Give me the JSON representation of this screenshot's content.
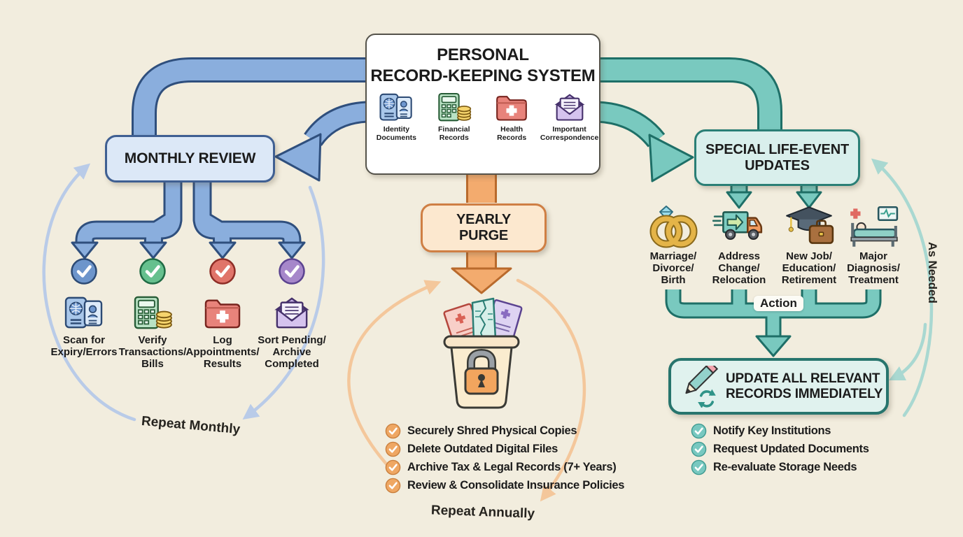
{
  "colors": {
    "background": "#f2edde",
    "blue_accent": "#8aaedd",
    "teal_accent": "#79c9bf",
    "orange_accent": "#f3ab6e"
  },
  "center": {
    "title": "PERSONAL\nRECORD-KEEPING SYSTEM",
    "categories": [
      {
        "icon": "passport-icon",
        "label": "Identity\nDocuments"
      },
      {
        "icon": "calculator-icon",
        "label": "Financial\nRecords"
      },
      {
        "icon": "folder-cross-icon",
        "label": "Health\nRecords"
      },
      {
        "icon": "envelope-icon",
        "label": "Important\nCorrespondence"
      }
    ]
  },
  "monthly": {
    "title": "MONTHLY REVIEW",
    "tasks": [
      {
        "icon": "passport-icon",
        "label": "Scan for\nExpiry/Errors",
        "check_color": "#6d95cb",
        "check_ring": "#2c4a74"
      },
      {
        "icon": "calculator-icon",
        "label": "Verify\nTransactions/\nBills",
        "check_color": "#66c08e",
        "check_ring": "#1f6b44"
      },
      {
        "icon": "folder-cross-icon",
        "label": "Log\nAppointments/\nResults",
        "check_color": "#e0746a",
        "check_ring": "#8e2d26"
      },
      {
        "icon": "envelope-icon",
        "label": "Sort Pending/\nArchive\nCompleted",
        "check_color": "#a687ca",
        "check_ring": "#5b4390"
      }
    ],
    "repeat_label": "Repeat Monthly"
  },
  "yearly": {
    "title": "YEARLY\nPURGE",
    "icon": "locked-trash-icon",
    "check_color": "#efa763",
    "check_ring": "#c97f3d",
    "checklist": [
      "Securely Shred Physical Copies",
      "Delete Outdated Digital Files",
      "Archive Tax & Legal Records (7+ Years)",
      "Review & Consolidate Insurance Policies"
    ],
    "repeat_label": "Repeat Annually"
  },
  "life_events": {
    "title": "SPECIAL LIFE-EVENT\nUPDATES",
    "events": [
      {
        "icon": "rings-icon",
        "label": "Marriage/\nDivorce/\nBirth"
      },
      {
        "icon": "moving-truck-icon",
        "label": "Address\nChange/\nRelocation"
      },
      {
        "icon": "graduation-briefcase-icon",
        "label": "New Job/\nEducation/\nRetirement"
      },
      {
        "icon": "hospital-bed-icon",
        "label": "Major\nDiagnosis/\nTreatment"
      }
    ],
    "action_label": "Action",
    "update_title": "UPDATE ALL RELEVANT\nRECORDS IMMEDIATELY",
    "update_icon": "pencil-refresh-icon",
    "check_color": "#78c8c0",
    "check_ring": "#3e9a90",
    "checklist": [
      "Notify Key Institutions",
      "Request Updated Documents",
      "Re-evaluate Storage Needs"
    ],
    "repeat_label": "As Needed"
  }
}
